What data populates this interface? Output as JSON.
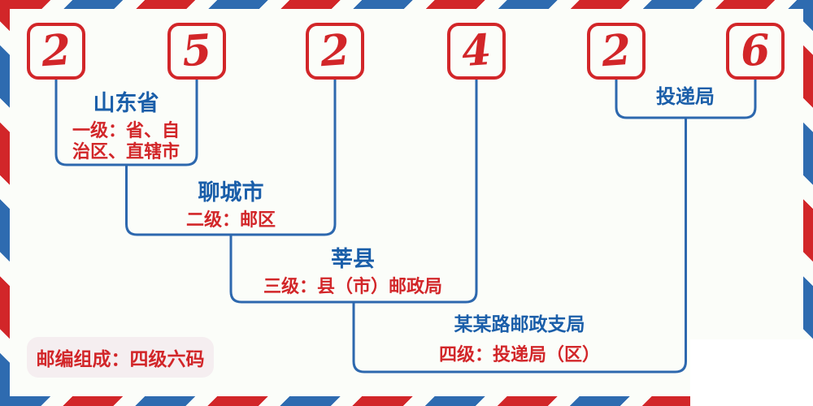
{
  "postal_code": {
    "digits": [
      "2",
      "5",
      "2",
      "4",
      "2",
      "6"
    ]
  },
  "levels": {
    "province": {
      "name": "山东省",
      "desc": "一级：省、自治区、直辖市"
    },
    "city": {
      "name": "聊城市",
      "desc": "二级：邮区"
    },
    "county": {
      "name": "莘县",
      "desc": "三级：县（市）邮政局"
    },
    "branch": {
      "name": "某某路邮政支局",
      "desc": "四级：投递局（区）"
    },
    "delivery_office": {
      "name": "投递局"
    }
  },
  "footer": {
    "note": "邮编组成：四级六码"
  },
  "colors": {
    "red": "#d22629",
    "stripe_blue": "#2e6bb0",
    "line_blue": "#2d68ae",
    "text_blue": "#1a5ea9",
    "background": "#fbfdf9",
    "note_bg": "#f5eef0"
  }
}
